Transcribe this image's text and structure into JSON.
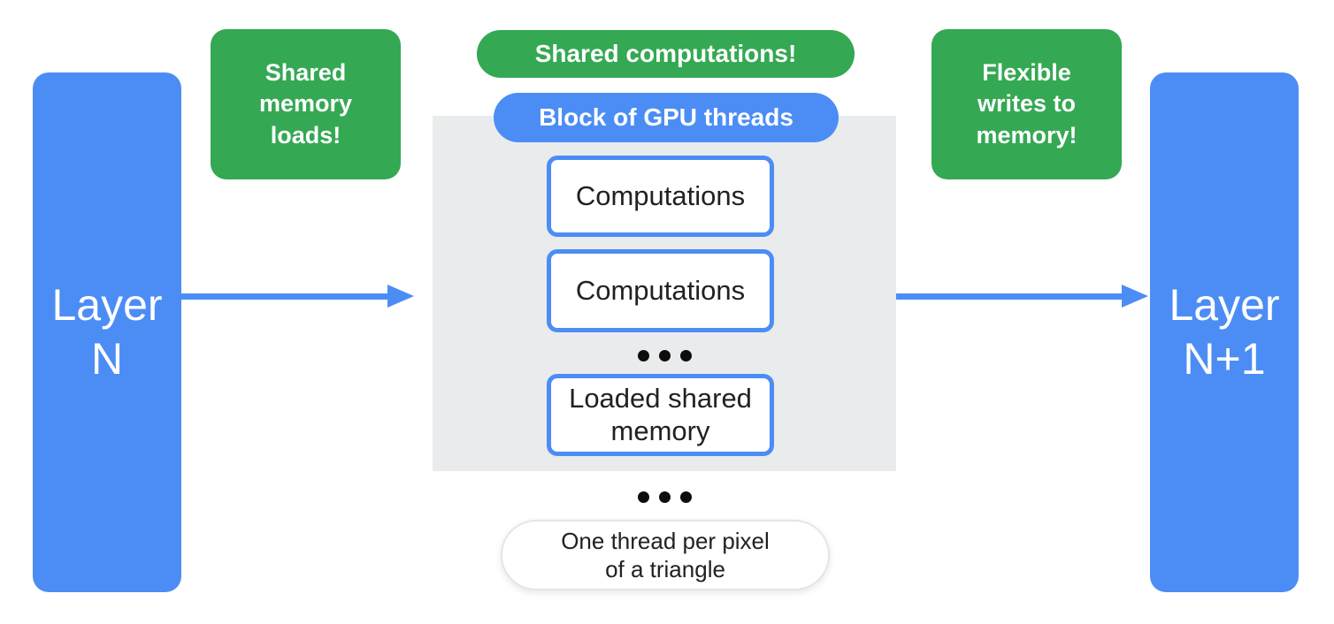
{
  "colors": {
    "blue": "#4C8DF5",
    "green": "#34A853",
    "panel_gray": "#EAEBEC",
    "text_dark": "#202124",
    "text_light": "#FFFFFF",
    "pill_border": "#E3E5E8"
  },
  "layers": {
    "left": {
      "label": "Layer\nN"
    },
    "right": {
      "label": "Layer\nN+1"
    }
  },
  "callouts": {
    "shared_memory_loads": "Shared\nmemory\nloads!",
    "shared_computations": "Shared computations!",
    "flexible_writes": "Flexible\nwrites to\nmemory!"
  },
  "gpu_block": {
    "title": "Block of GPU threads",
    "items": [
      {
        "label": "Computations"
      },
      {
        "label": "Computations"
      },
      {
        "label": "Loaded shared\nmemory"
      }
    ]
  },
  "footnote": "One thread per pixel\nof a triangle",
  "icons": {
    "ellipsis": "ellipsis-dots"
  }
}
